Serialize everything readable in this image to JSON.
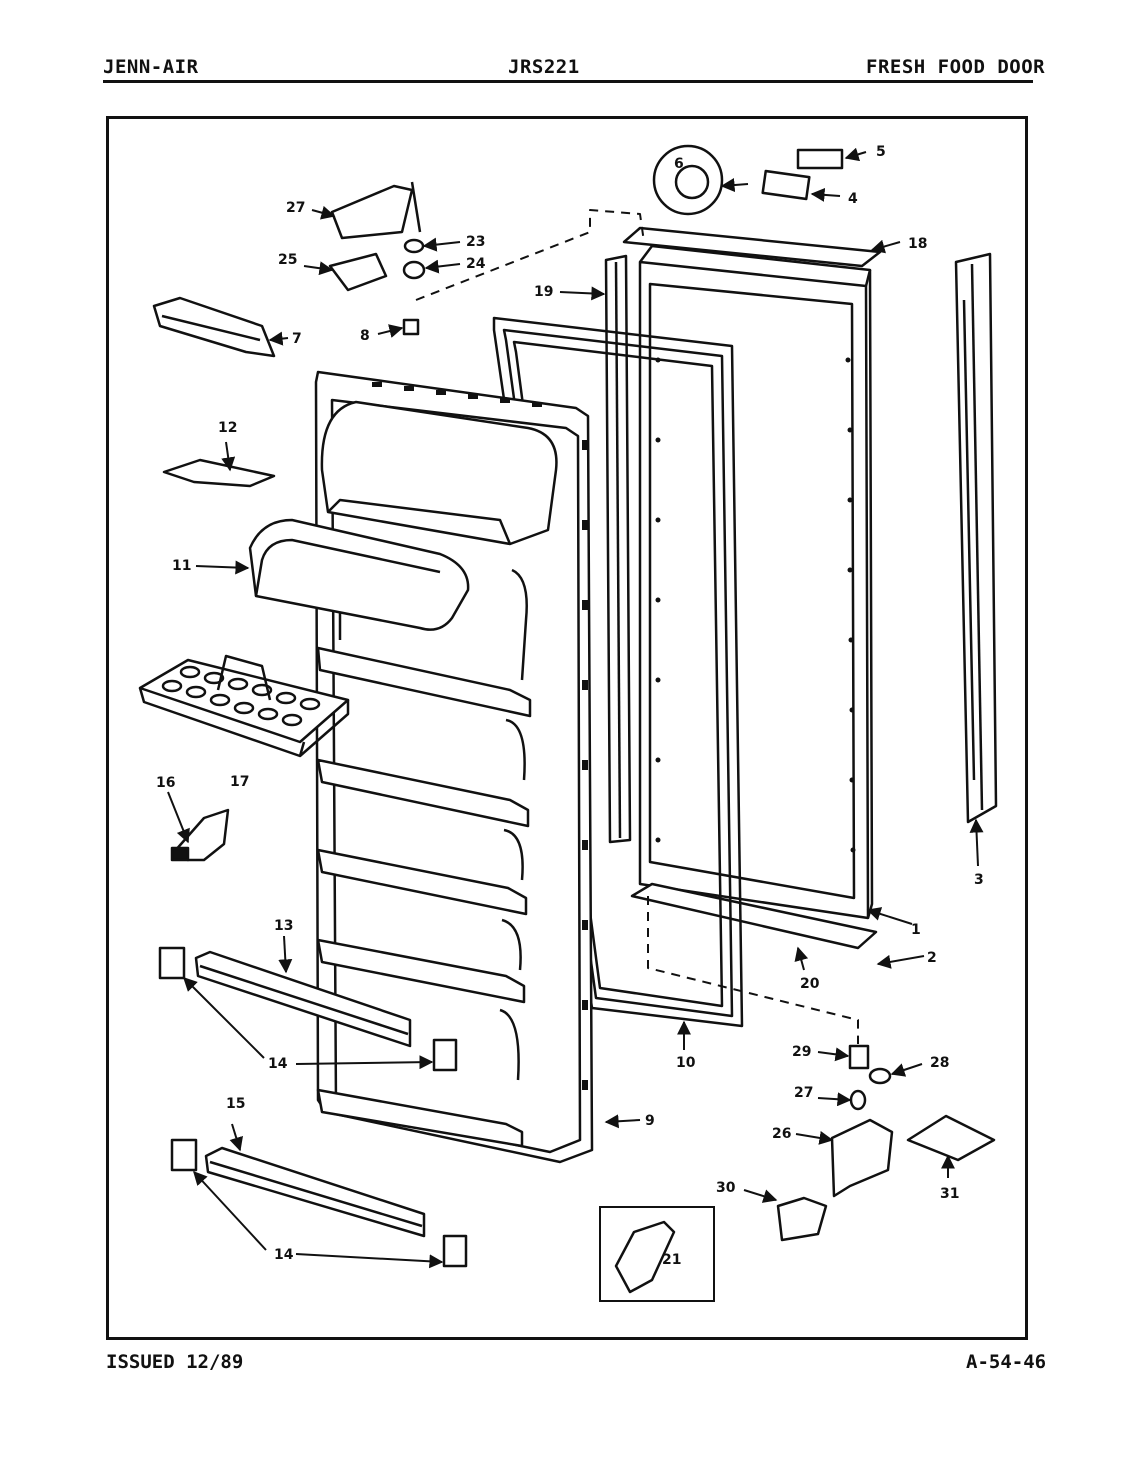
{
  "header": {
    "brand": "JENN-AIR",
    "model": "JRS221",
    "section": "FRESH FOOD DOOR"
  },
  "footer": {
    "issued": "ISSUED 12/89",
    "page_code": "A-54-46"
  },
  "callouts": {
    "c1": "1",
    "c2": "2",
    "c3": "3",
    "c4": "4",
    "c5": "5",
    "c6": "6",
    "c7": "7",
    "c8": "8",
    "c9": "9",
    "c10": "10",
    "c11": "11",
    "c12": "12",
    "c13": "13",
    "c14a": "14",
    "c14b": "14",
    "c15": "15",
    "c16": "16",
    "c17": "17",
    "c18": "18",
    "c19": "19",
    "c20": "20",
    "c21": "21",
    "c23": "23",
    "c24": "24",
    "c25": "25",
    "c26": "26",
    "c27a": "27",
    "c27b": "27",
    "c28": "28",
    "c29": "29",
    "c30": "30",
    "c31": "31"
  }
}
